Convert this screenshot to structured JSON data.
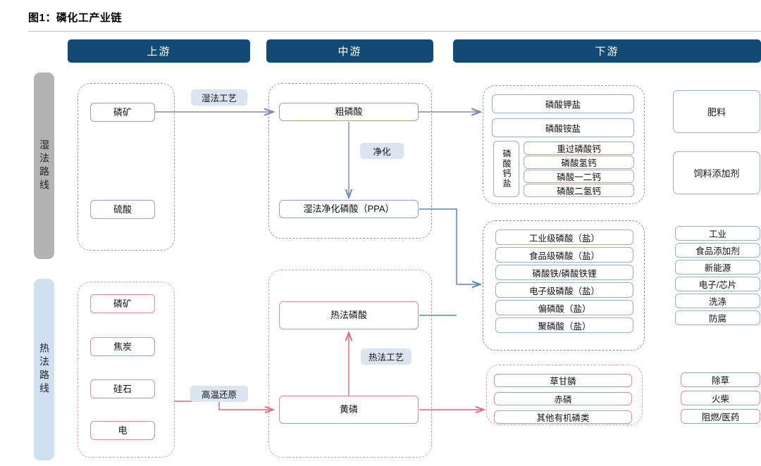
{
  "title": "图1：磷化工产业链",
  "stages": {
    "upstream": "上游",
    "midstream": "中游",
    "downstream": "下游"
  },
  "routes": {
    "wet": "湿法路线",
    "thermal": "热法路线"
  },
  "processes": {
    "wet_process": "湿法工艺",
    "purification": "净化",
    "thermal_process": "热法工艺",
    "high_temp_reduction": "高温还原"
  },
  "upstream": {
    "wet_materials": [
      "磷矿",
      "硫酸"
    ],
    "thermal_materials": [
      "磷矿",
      "焦炭",
      "硅石",
      "电"
    ]
  },
  "midstream": {
    "wet": [
      "粗磷酸",
      "湿法净化磷酸（PPA）"
    ],
    "thermal": [
      "热法磷酸",
      "黄磷"
    ]
  },
  "downstream": {
    "fertilizer_group": {
      "items": [
        "磷酸钾盐",
        "磷酸铵盐"
      ],
      "calcium_label": "磷酸钙盐",
      "calcium_items": [
        "重过磷酸钙",
        "磷酸氢钙",
        "磷酸一二钙",
        "磷酸二氢钙"
      ]
    },
    "industrial_group": [
      "工业级磷酸（盐）",
      "食品级磷酸（盐）",
      "磷酸铁/磷酸铁锂",
      "电子级磷酸（盐）",
      "偏磷酸（盐）",
      "聚磷酸（盐）"
    ],
    "organic_group": [
      "草甘膦",
      "赤磷",
      "其他有机磷类"
    ]
  },
  "applications": {
    "fertilizer": [
      "肥料",
      "饲料添加剂"
    ],
    "industrial": [
      "工业",
      "食品添加剂",
      "新能源",
      "电子/芯片",
      "洗涤",
      "防腐"
    ],
    "organic": [
      "除草",
      "火柴",
      "阻燃/医药"
    ]
  },
  "colors": {
    "stage_bar": "#124a75",
    "wet_route_bg": "#b3b3b3",
    "thermal_route_bg": "#cfe0f0",
    "blue_line": "#5b83b8",
    "red_line": "#dd6e7d",
    "chip_bg": "#dbe5f1"
  }
}
